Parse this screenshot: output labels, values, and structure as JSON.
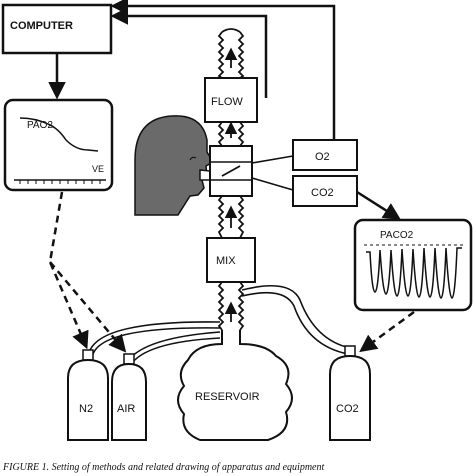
{
  "labels": {
    "computer": "COMPUTER",
    "flow": "FLOW",
    "o2": "O2",
    "co2": "CO2",
    "mix": "MIX",
    "reservoir": "RESERVOIR",
    "n2": "N2",
    "air": "AIR",
    "co2_tank": "CO2",
    "pao2_title": "PAO2",
    "ve_label": "VE",
    "paco2_title": "PACO2"
  },
  "caption": "FIGURE 1. Setting of methods and related drawing of apparatus and equipment"
}
